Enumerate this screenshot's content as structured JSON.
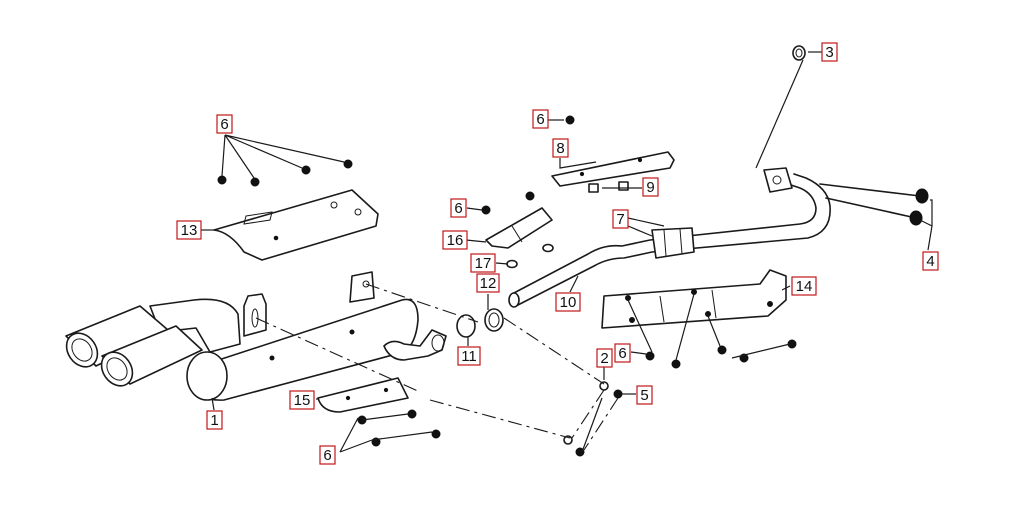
{
  "callouts": {
    "c1": "1",
    "c2": "2",
    "c3": "3",
    "c4": "4",
    "c5": "5",
    "c6a": "6",
    "c6b": "6",
    "c6c": "6",
    "c6d": "6",
    "c6e": "6",
    "c7": "7",
    "c8": "8",
    "c9": "9",
    "c10": "10",
    "c11": "11",
    "c12": "12",
    "c13": "13",
    "c14": "14",
    "c15": "15",
    "c16": "16",
    "c17": "17"
  },
  "style": {
    "callout_border_color": "#c01818",
    "line_color": "#1a1a1a"
  }
}
